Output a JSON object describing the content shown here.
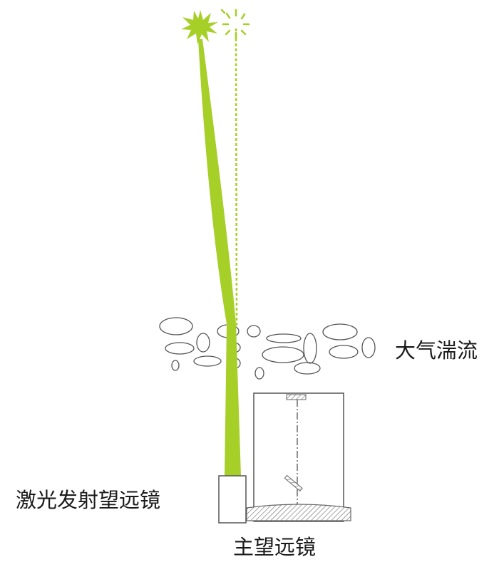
{
  "labels": {
    "atmospheric_turbulence": "大气湍流",
    "laser_launch_telescope": "激光发射望远镜",
    "main_telescope": "主望远镜"
  },
  "colors": {
    "beam": "#a6cf28",
    "outline": "#555555",
    "text": "#1a1a1a"
  },
  "icons": {
    "laser_guide_star": "starburst-icon",
    "apparent_guide_star": "dashed-starburst-icon",
    "secondary_mirror": "hatched-mirror-icon",
    "primary_mirror": "hatched-primary-mirror-icon",
    "fold_mirror": "diagonal-mirror-icon"
  }
}
